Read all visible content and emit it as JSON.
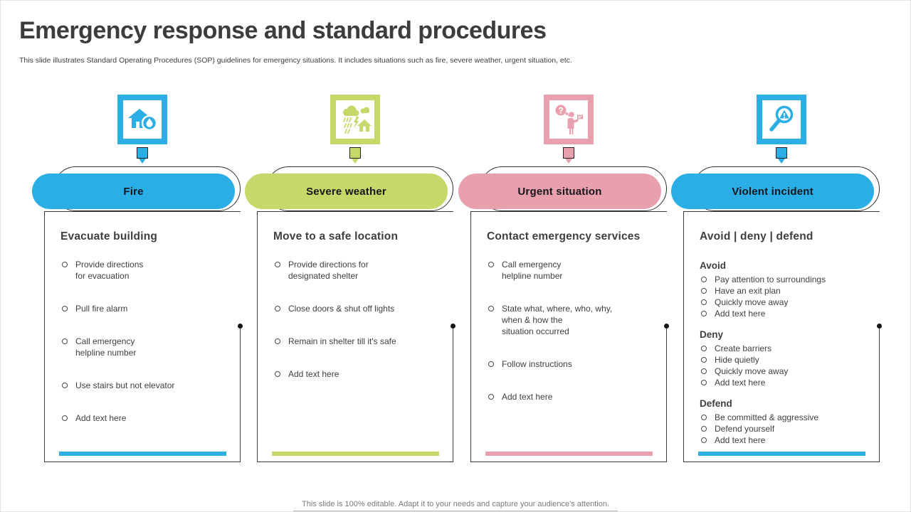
{
  "slide": {
    "title": "Emergency response and standard procedures",
    "subtitle": "This slide illustrates Standard Operating Procedures (SOP) guidelines for emergency situations. It includes situations such as fire, severe weather, urgent situation, etc.",
    "footer": "This slide is 100% editable.  Adapt it to your needs and capture your audience's attention."
  },
  "colors": {
    "blue": "#2aaee5",
    "green": "#c5d86a",
    "pink": "#e9a0ae",
    "text": "#3f3f3f",
    "line": "#3a3a3a"
  },
  "columns": [
    {
      "id": "fire",
      "header": "Fire",
      "icon": "house-fire-icon",
      "color": "#2aaee5",
      "heading": "Evacuate building",
      "bullets": [
        "Provide directions\nfor evacuation",
        "Pull fire alarm",
        "Call emergency\nhelpline number",
        "Use stairs but not elevator",
        "Add text here"
      ]
    },
    {
      "id": "severe-weather",
      "header": "Severe weather",
      "icon": "storm-house-icon",
      "color": "#c5d86a",
      "heading": "Move to a safe location",
      "bullets": [
        "Provide directions for\ndesignated shelter",
        "Close doors & shut off lights",
        "Remain in shelter till it's safe",
        "Add text here"
      ]
    },
    {
      "id": "urgent-situation",
      "header": "Urgent situation",
      "icon": "person-question-icon",
      "color": "#e9a0ae",
      "heading": "Contact emergency services",
      "bullets": [
        "Call emergency\nhelpline number",
        "State what, where, who, why,\nwhen & how the\nsituation occurred",
        "Follow instructions",
        "Add text here"
      ]
    },
    {
      "id": "violent-incident",
      "header": "Violent incident",
      "icon": "magnifier-warning-icon",
      "color": "#2aaee5",
      "heading": "Avoid | deny | defend",
      "groups": [
        {
          "label": "Avoid",
          "bullets": [
            "Pay attention to surroundings",
            "Have an exit plan",
            "Quickly move away",
            "Add text here"
          ]
        },
        {
          "label": "Deny",
          "bullets": [
            "Create barriers",
            "Hide quietly",
            "Quickly move away",
            "Add text here"
          ]
        },
        {
          "label": "Defend",
          "bullets": [
            "Be committed & aggressive",
            "Defend yourself",
            "Add text here"
          ]
        }
      ]
    }
  ]
}
